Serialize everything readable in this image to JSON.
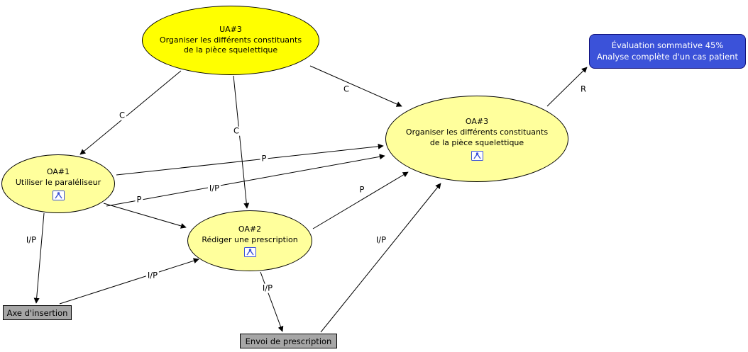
{
  "nodes": {
    "ua3": {
      "title": "UA#3",
      "line1": "Organiser les différents constituants",
      "line2": "de la pièce squelettique"
    },
    "oa1": {
      "title": "OA#1",
      "line1": "Utiliser le paraléliseur"
    },
    "oa2": {
      "title": "OA#2",
      "line1": "Rédiger une prescription"
    },
    "oa3": {
      "title": "OA#3",
      "line1": "Organiser les différents constituants",
      "line2": "de la pièce squelettique"
    },
    "evaluation": {
      "line1": "Évaluation sommative 45%",
      "line2": "Analyse complète d'un cas patient"
    },
    "axe": {
      "label": "Axe d'insertion"
    },
    "envoi": {
      "label": "Envoi de prescription"
    }
  },
  "links": [
    {
      "from": "UA#3",
      "to": "OA#1",
      "label": "C"
    },
    {
      "from": "UA#3",
      "to": "OA#2",
      "label": "C"
    },
    {
      "from": "UA#3",
      "to": "OA#3",
      "label": "C"
    },
    {
      "from": "OA#3",
      "to": "Évaluation sommative 45%",
      "label": "R"
    },
    {
      "from": "OA#1",
      "to": "OA#3",
      "label": "P"
    },
    {
      "from": "OA#1",
      "to": "OA#3",
      "label": "I/P"
    },
    {
      "from": "OA#1",
      "to": "Axe d'insertion",
      "label": "I/P"
    },
    {
      "from": "OA#1",
      "to": "OA#2",
      "label": "P"
    },
    {
      "from": "Axe d'insertion",
      "to": "OA#2",
      "label": "I/P"
    },
    {
      "from": "OA#2",
      "to": "Envoi de prescription",
      "label": "I/P"
    },
    {
      "from": "OA#2",
      "to": "OA#3",
      "label": "P"
    },
    {
      "from": "Envoi de prescription",
      "to": "OA#3",
      "label": "I/P"
    }
  ],
  "colors": {
    "ua_fill": "#ffff00",
    "oa_fill": "#ffff9c",
    "evaluation_fill": "#3b52d9",
    "resource_fill": "#a6a6a6",
    "edge": "#000000"
  },
  "icons": {
    "oa_icon": "tools-icon"
  }
}
